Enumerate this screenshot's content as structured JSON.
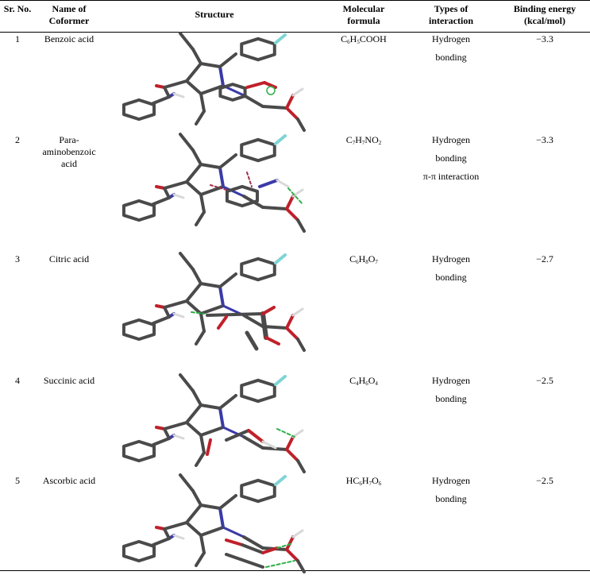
{
  "headers": {
    "sr": "Sr. No.",
    "coformer": "Name of Coformer",
    "structure": "Structure",
    "formula": "Molecular formula",
    "interaction": "Types of interaction",
    "energy": "Binding energy (kcal/mol)"
  },
  "rows": [
    {
      "sr": "1",
      "name": "Benzoic acid",
      "formula": [
        {
          "t": "C"
        },
        {
          "s": "6"
        },
        {
          "t": "H"
        },
        {
          "s": "5"
        },
        {
          "t": "COOH"
        }
      ],
      "interactions": [
        "Hydrogen",
        "bonding"
      ],
      "energy": "−3.3"
    },
    {
      "sr": "2",
      "name": "Para-aminobenzoic acid",
      "name_lines": [
        "Para-",
        "aminobenzoic",
        "acid"
      ],
      "formula": [
        {
          "t": "C"
        },
        {
          "s": "7"
        },
        {
          "t": "H"
        },
        {
          "s": "7"
        },
        {
          "t": "NO"
        },
        {
          "s": "2"
        }
      ],
      "interactions": [
        "Hydrogen",
        "bonding",
        "π-π interaction"
      ],
      "energy": "−3.3"
    },
    {
      "sr": "3",
      "name": "Citric acid",
      "formula": [
        {
          "t": "C"
        },
        {
          "s": "6"
        },
        {
          "t": "H"
        },
        {
          "s": "8"
        },
        {
          "t": "O"
        },
        {
          "s": "7"
        }
      ],
      "interactions": [
        "Hydrogen",
        "bonding"
      ],
      "energy": "−2.7"
    },
    {
      "sr": "4",
      "name": "Succinic acid",
      "formula": [
        {
          "t": "C"
        },
        {
          "s": "4"
        },
        {
          "t": "H"
        },
        {
          "s": "6"
        },
        {
          "t": "O"
        },
        {
          "s": "4"
        }
      ],
      "interactions": [
        "Hydrogen",
        "bonding"
      ],
      "energy": "−2.5"
    },
    {
      "sr": "5",
      "name": "Ascorbic acid",
      "formula": [
        {
          "t": "HC"
        },
        {
          "s": "6"
        },
        {
          "t": "H"
        },
        {
          "s": "7"
        },
        {
          "t": "O"
        },
        {
          "s": "6"
        }
      ],
      "interactions": [
        "Hydrogen",
        "bonding"
      ],
      "energy": "−2.5"
    }
  ],
  "colors": {
    "carbon": "#4a4a4a",
    "oxygen": "#c0202a",
    "nitrogen": "#3a3aa8",
    "fluorine": "#7fd4d4",
    "hydrogen": "#d8d8d8",
    "hbond": "#2fb04a",
    "pi": "#a0304a"
  }
}
